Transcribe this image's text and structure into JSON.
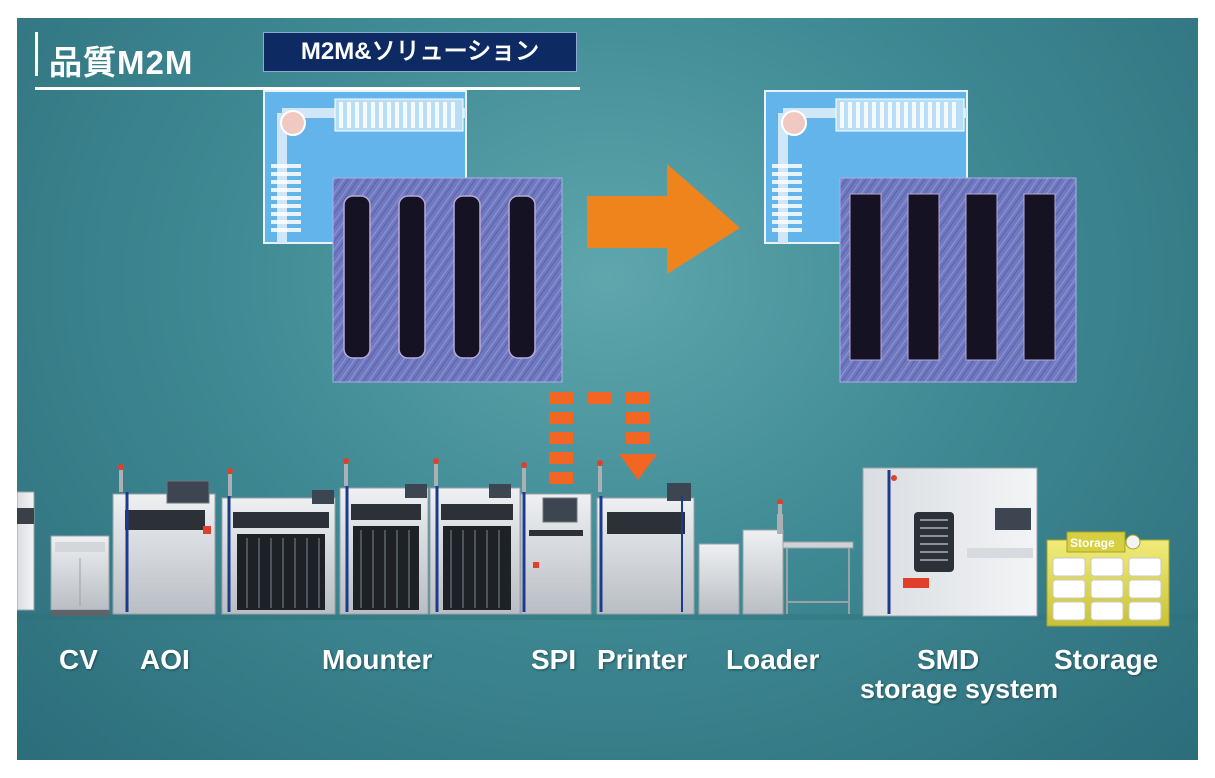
{
  "header": {
    "title": "品質M2M",
    "subtitle": "M2M&ソリューション"
  },
  "colors": {
    "accent_orange": "#f0841c",
    "header_navy": "#0e2a63",
    "background_teal": "#3f8a94",
    "board_blue": "#63b4ea",
    "stencil_violet": "#6f79c2"
  },
  "machines": [
    {
      "id": "cv",
      "label": "CV"
    },
    {
      "id": "aoi",
      "label": "AOI"
    },
    {
      "id": "mounter",
      "label": "Mounter"
    },
    {
      "id": "spi",
      "label": "SPI"
    },
    {
      "id": "printer",
      "label": "Printer"
    },
    {
      "id": "loader",
      "label": "Loader"
    },
    {
      "id": "smd",
      "label_line1": "SMD",
      "label_line2": "storage system"
    },
    {
      "id": "storage",
      "label": "Storage"
    }
  ],
  "storage_rack_sign": "Storage",
  "icons": [
    "arrow-right-icon",
    "dashed-feedback-arrow-icon"
  ]
}
